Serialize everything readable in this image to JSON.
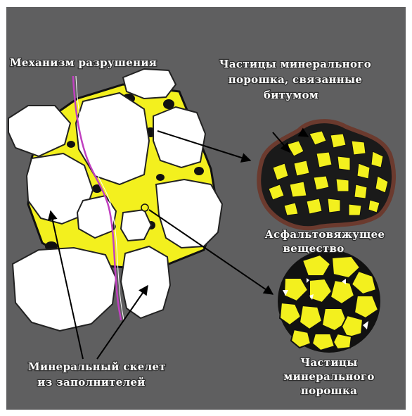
{
  "labels": {
    "failure_mechanism": "Механизм разрушения",
    "powder_particles_bound_line1": "Частицы минерального",
    "powder_particles_bound_line2": "порошка, связанные",
    "powder_particles_bound_line3": "битумом",
    "asphalt_binder_line1": "Асфальтовяжущее",
    "asphalt_binder_line2": "вещество",
    "mineral_skeleton_line1": "Минеральный скелет",
    "mineral_skeleton_line2": "из заполнителей",
    "powder_particles_line1": "Частицы",
    "powder_particles_line2": "минерального",
    "powder_particles_line3": "порошка"
  },
  "colors": {
    "background": "#5f5f60",
    "stone": "#ffffff",
    "binder": "#f3f01e",
    "bitumen": "#111111",
    "crack": "#c040c0",
    "film": "#6b3a2e",
    "pores": "#4a4a4a"
  }
}
